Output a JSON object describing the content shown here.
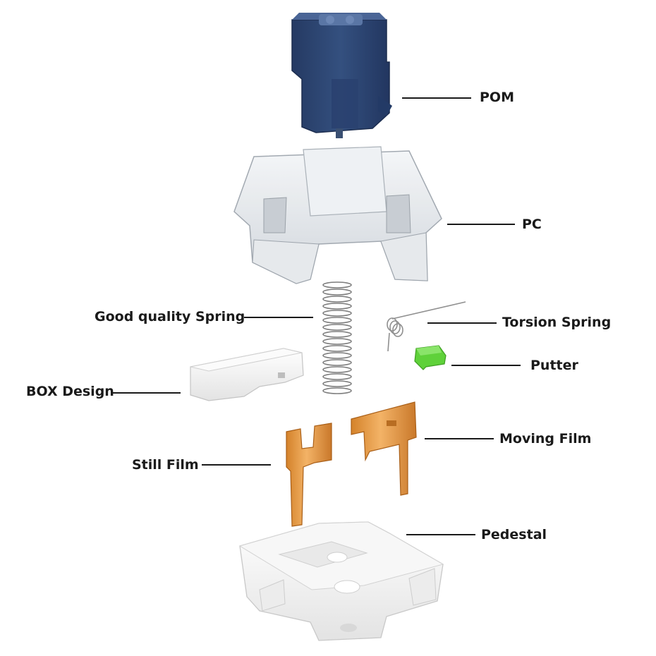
{
  "parts": [
    {
      "id": "pom",
      "label": "POM",
      "color": "#2f4a78"
    },
    {
      "id": "pc",
      "label": "PC",
      "color": "#d9dde2"
    },
    {
      "id": "good-quality-spring",
      "label": "Good quality Spring",
      "color": "#8a8a8a"
    },
    {
      "id": "torsion-spring",
      "label": "Torsion Spring",
      "color": "#9a9a9a"
    },
    {
      "id": "putter",
      "label": "Putter",
      "color": "#5fd13a"
    },
    {
      "id": "box-design",
      "label": "BOX Design",
      "color": "#eeeeee"
    },
    {
      "id": "moving-film",
      "label": "Moving Film",
      "color": "#e89a3c"
    },
    {
      "id": "still-film",
      "label": "Still Film",
      "color": "#e89a3c"
    },
    {
      "id": "pedestal",
      "label": "Pedestal",
      "color": "#f2f2f2"
    }
  ]
}
